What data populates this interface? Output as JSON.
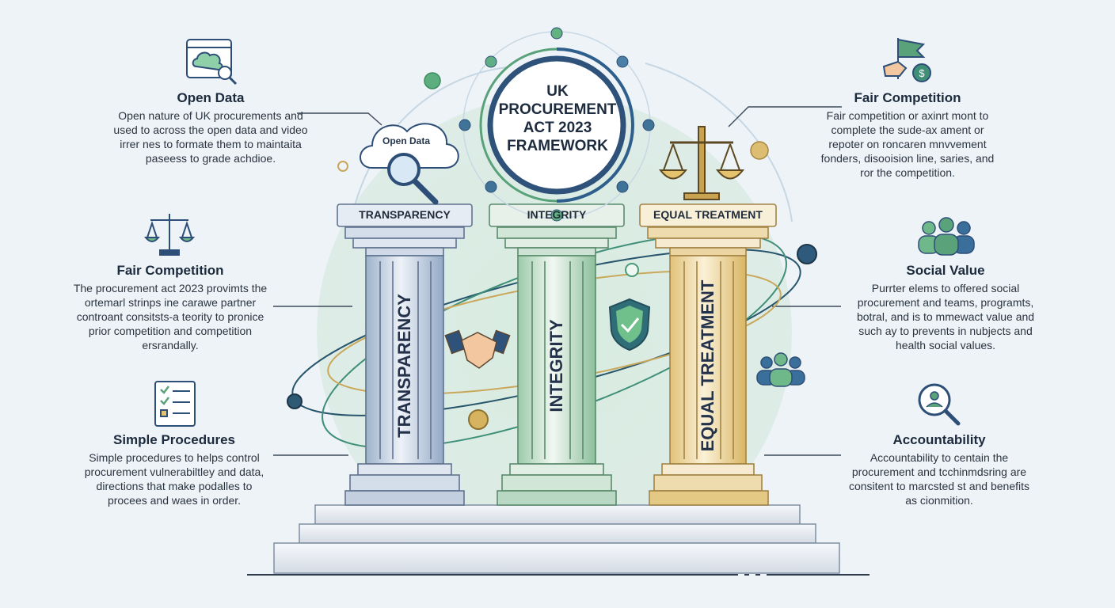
{
  "title": "UK PROCUREMENT ACT 2023 FRAMEWORK",
  "title_lines": [
    "UK",
    "PROCUREMENT",
    "ACT 2023",
    "FRAMEWORK"
  ],
  "cloud_label": "Open Data",
  "pillars": [
    {
      "cap": "TRANSPARENCY",
      "label": "TRANSPARENCY",
      "color": "#b9c8dc"
    },
    {
      "cap": "INTEGRITY",
      "label": "INTEGRITY",
      "color": "#c7e0cf"
    },
    {
      "cap": "EQUAL TREATMENT",
      "label": "EQUAL TREATMENT",
      "color": "#ecd9a8"
    }
  ],
  "left_panels": [
    {
      "heading": "Open Data",
      "text": "Open nature of UK procurements and used to across the open data and video irrer nes to formate them to maintaita paseess to grade achdioe.",
      "icon": "cloud-search-browser-icon"
    },
    {
      "heading": "Fair Competition",
      "text": "The procurement act 2023 provimts the ortemarl strinps ine carawe partner controant consitsts-a teority to pronice prior competition and competition ersrandally.",
      "icon": "scales-icon"
    },
    {
      "heading": "Simple Procedures",
      "text": "Simple procedures to helps control procurement vulnerabiltley and data, directions that make podalles to procees and waes in order.",
      "icon": "checklist-icon"
    }
  ],
  "right_panels": [
    {
      "heading": "Fair Competition",
      "text": "Fair competition or axinrt mont to complete the sude-ax ament or repoter on roncaren mnvvement fonders, disooision line, saries, and ror the competition.",
      "icon": "flag-money-icon"
    },
    {
      "heading": "Social Value",
      "text": "Purrter elems to offered social procurement and teams, programts, botral, and is to mmewact value and such ay to prevents in nubjects and health social values.",
      "icon": "people-group-icon"
    },
    {
      "heading": "Accountability",
      "text": "Accountability to centain the procurement and tcchinmdsring are consitent to marcsted st and benefits as cionmition.",
      "icon": "person-magnifier-icon"
    }
  ],
  "colors": {
    "navy": "#2d4e77",
    "green": "#5da77a",
    "gold": "#c7a551",
    "bg": "#eef3f7"
  }
}
